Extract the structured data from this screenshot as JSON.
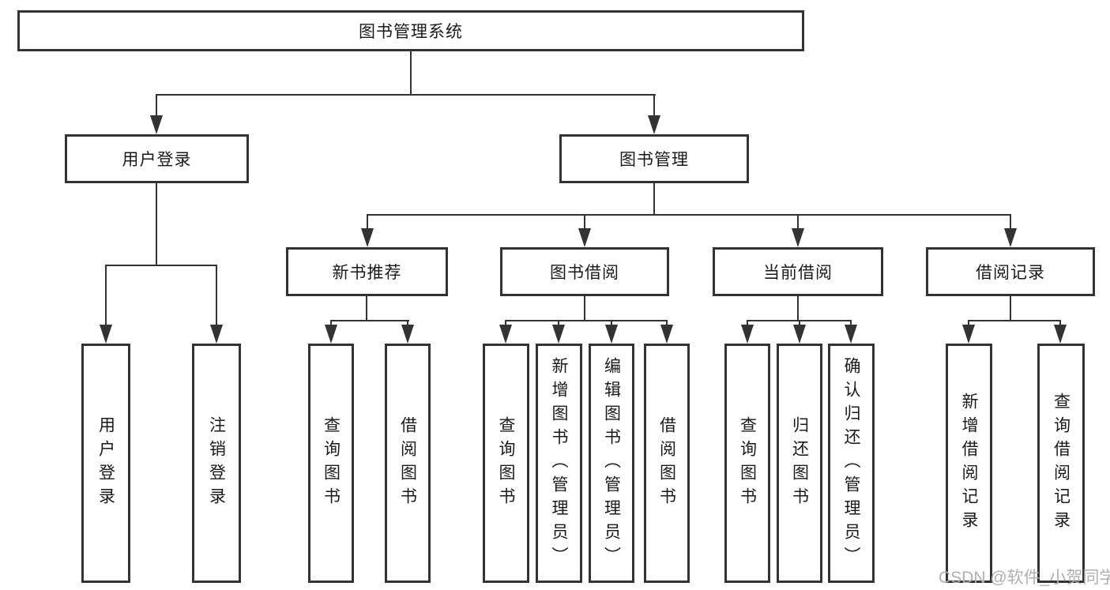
{
  "tree": {
    "root": {
      "label": "图书管理系统",
      "children": [
        {
          "label": "用户登录",
          "children": [
            {
              "label": "用户登录"
            },
            {
              "label": "注销登录"
            }
          ]
        },
        {
          "label": "图书管理",
          "children": [
            {
              "label": "新书推荐",
              "children": [
                {
                  "label": "查询图书"
                },
                {
                  "label": "借阅图书"
                }
              ]
            },
            {
              "label": "图书借阅",
              "children": [
                {
                  "label": "查询图书"
                },
                {
                  "label": "新增图书（管理员）"
                },
                {
                  "label": "编辑图书（管理员）"
                },
                {
                  "label": "借阅图书"
                }
              ]
            },
            {
              "label": "当前借阅",
              "children": [
                {
                  "label": "查询图书"
                },
                {
                  "label": "归还图书"
                },
                {
                  "label": "确认归还（管理员）"
                }
              ]
            },
            {
              "label": "借阅记录",
              "children": [
                {
                  "label": "新增借阅记录"
                },
                {
                  "label": "查询借阅记录"
                }
              ]
            }
          ]
        }
      ]
    }
  },
  "watermark": {
    "text": "CSDN @软件_小贺同学"
  },
  "colors": {
    "line": "#333333",
    "text": "#1a1a1a",
    "watermark": "#b0b0b0",
    "background": "#ffffff"
  }
}
